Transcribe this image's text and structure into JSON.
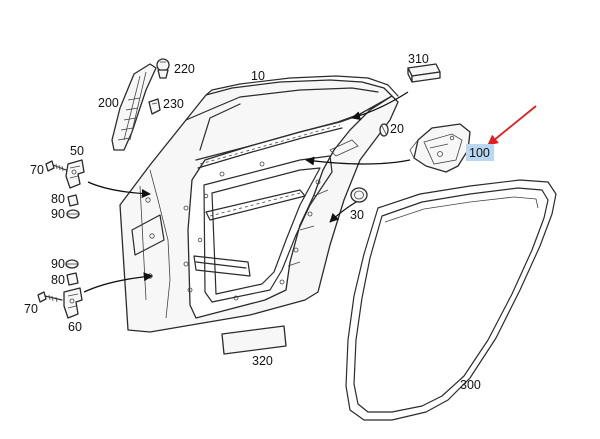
{
  "callouts": {
    "c10": "10",
    "c20": "20",
    "c30": "30",
    "c50": "50",
    "c60": "60",
    "c70a": "70",
    "c70b": "70",
    "c80a": "80",
    "c80b": "80",
    "c90a": "90",
    "c90b": "90",
    "c100": "100",
    "c200": "200",
    "c220": "220",
    "c230": "230",
    "c300": "300",
    "c310": "310",
    "c320": "320"
  },
  "highlight": {
    "part": "100",
    "color": "#b9d7f0",
    "arrow_color": "#e02020"
  }
}
